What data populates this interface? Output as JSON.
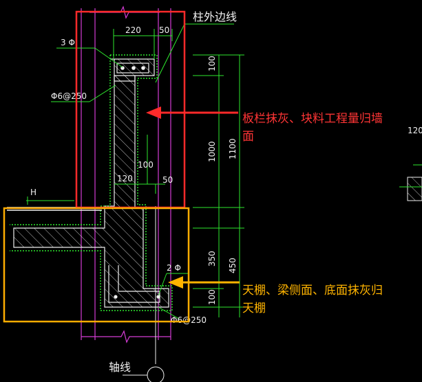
{
  "drawing": {
    "background": "#000000",
    "colors": {
      "red_box": "#ff2a2a",
      "orange_box": "#ffad00",
      "green": "#2ee82e",
      "magenta": "#d63cd6",
      "white": "#f0f0f0",
      "cyan_note": "#ff3535",
      "yellow_note": "#ffb400"
    },
    "labels": {
      "column_edge": "柱外边线",
      "dim_220": "220",
      "dim_50_top": "50",
      "rebar_3phi": "3 Φ",
      "stirrup_top": "Φ6@250",
      "dim_100_top": "100",
      "dim_1100": "1100",
      "dim_1000": "1000",
      "dim_100_mid": "100",
      "dim_120": "120",
      "dim_50_mid": "50",
      "label_h": "H",
      "dim_350": "350",
      "dim_450": "450",
      "dim_100_bottom": "100",
      "rebar_2phi": "2 Φ",
      "stirrup_bottom": "Φ6@250",
      "axis_line": "轴线",
      "dim_120_right": "120"
    },
    "annotations": {
      "wall_note_line1": "板栏抹灰、块料工程量归墙",
      "wall_note_line2": "面",
      "ceiling_note_line1": "天棚、梁侧面、底面抹灰归",
      "ceiling_note_line2": "天棚"
    }
  }
}
